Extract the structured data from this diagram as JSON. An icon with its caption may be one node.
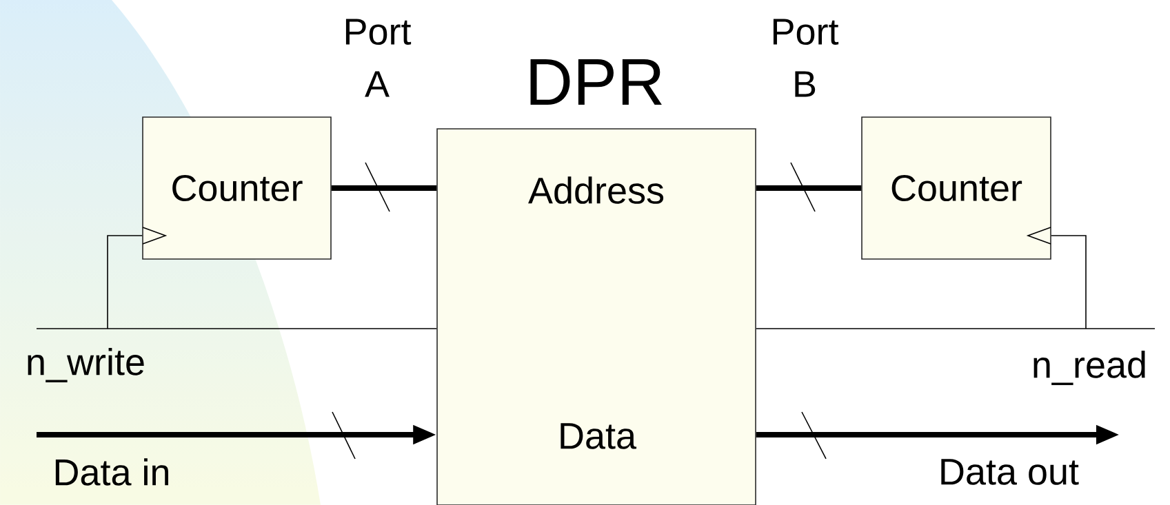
{
  "diagram": {
    "nodes": [
      {
        "text": [
          "DPR",
          "Address",
          "Data"
        ]
      },
      {
        "text": [
          "Counter"
        ]
      },
      {
        "text": [
          "Counter"
        ]
      }
    ],
    "edges": [
      {
        "from": 1,
        "to": 0,
        "arrow": "none",
        "style": "thick"
      },
      {
        "from": 0,
        "to": 2,
        "arrow": "none",
        "style": "thick"
      },
      {
        "from": null,
        "to": 0,
        "arrow": "none",
        "label": "n_write"
      },
      {
        "from": null,
        "to": 1,
        "arrow": "to"
      },
      {
        "from": 0,
        "to": null,
        "arrow": "none",
        "label": "n_read"
      },
      {
        "from": null,
        "to": 2,
        "arrow": "to"
      },
      {
        "from": null,
        "to": 0,
        "arrow": "to",
        "style": "thick",
        "label": "Data in"
      },
      {
        "from": 0,
        "to": null,
        "arrow": "to",
        "style": "thick",
        "label": "Data out"
      }
    ],
    "labels": [
      "Port A",
      "Port B"
    ]
  }
}
